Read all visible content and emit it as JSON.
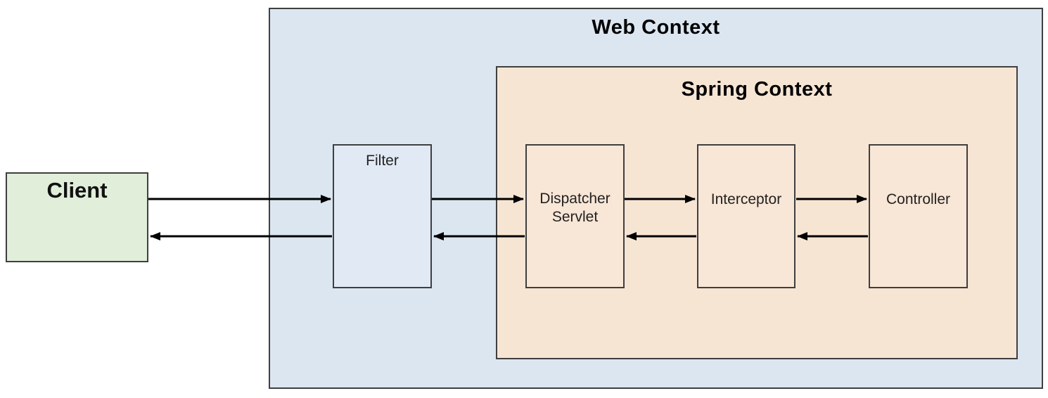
{
  "diagram": {
    "background": "#ffffff",
    "border_color": "#3f3f3f",
    "arrow_color": "#000000",
    "client": {
      "label": "Client",
      "fill": "#e1eeda"
    },
    "web_context": {
      "title": "Web Context",
      "fill": "#dce6f1"
    },
    "spring_context": {
      "title": "Spring Context",
      "fill": "#f7e5d4"
    },
    "nodes": {
      "filter": {
        "label": "Filter",
        "fill": "#e1e9f4"
      },
      "dispatcher_servlet": {
        "label": "Dispatcher Servlet",
        "fill": "#f8e6d6"
      },
      "interceptor": {
        "label": "Interceptor",
        "fill": "#f8e6d6"
      },
      "controller": {
        "label": "Controller",
        "fill": "#f8e6d6"
      }
    },
    "arrows": {
      "forward_path": [
        "Client → Filter",
        "Filter → Dispatcher Servlet",
        "Dispatcher Servlet → Interceptor",
        "Interceptor → Controller"
      ],
      "return_path": [
        "Controller → Interceptor",
        "Interceptor → Dispatcher Servlet",
        "Dispatcher Servlet → Filter",
        "Filter → Client"
      ]
    }
  }
}
